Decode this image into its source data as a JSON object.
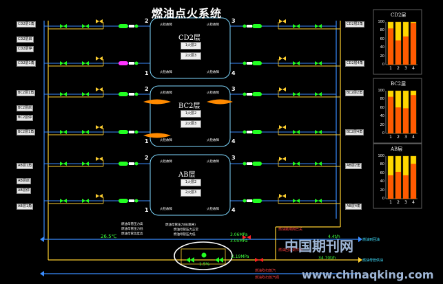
{
  "title": "燃油点火系统",
  "layers": [
    {
      "name": "CD2层",
      "buttons": [
        "1火层2",
        "2火层3"
      ],
      "fault": "火检故障",
      "corners": [
        "2",
        "3",
        "1",
        "4"
      ]
    },
    {
      "name": "BC2层",
      "buttons": [
        "1火层2",
        "2火层3"
      ],
      "fault": "火检故障",
      "corners": [
        "2",
        "3",
        "1",
        "4"
      ]
    },
    {
      "name": "AB层",
      "buttons": [
        "1火层2",
        "2火层3"
      ],
      "fault": "火检故障",
      "corners": [
        "2",
        "3",
        "1",
        "4"
      ]
    }
  ],
  "left_labels": [
    "CD2层1角",
    "CD2层启",
    "CD2层停",
    "CD2层1角",
    "BC2层1角",
    "BC2层启",
    "BC2层停",
    "BC2层1角",
    "AB层1角",
    "AB层启",
    "AB层停",
    "AB层1角"
  ],
  "right_labels": [
    "CD2层2角",
    "CD2层4角",
    "BC2层2角",
    "BC2层4角",
    "AB层2角",
    "AB层4角"
  ],
  "info_left": [
    "燃油母管压力高",
    "燃油母管压力低",
    "燃油母管温度高"
  ],
  "info_mid": [
    "燃油母管压力低(跳闸)",
    "燃油母管压力正常",
    "燃油母管压力低"
  ],
  "temperature": "26.5℃",
  "pressure_1": "3.06MPa",
  "pressure_2": "3.05MPa",
  "pressure_3": "2.19MPa",
  "valve_pct": "1.5%",
  "flow_1": "4.4t/h",
  "flow_2": "34.70t/h",
  "status_1": "燃油跳闸阀已关",
  "status_2": "燃油到回油",
  "status_3": "燃油母管供油",
  "status_4": "燃油回油调节阀",
  "bottom_1": "燃油吹扫蒸汽",
  "bottom_2": "燃油吹扫蒸汽阀",
  "watermark_cn": "中国期刊网",
  "watermark_url": "www.chinaqking.com",
  "colors": {
    "pipe_blue": "#3a8dff",
    "pipe_yellow": "#ffd030",
    "valve_green": "#22ff22",
    "flame": "#ff8a00"
  },
  "charts": [
    {
      "title": "CD2层",
      "categories": [
        "1",
        "2",
        "3",
        "4"
      ],
      "values": [
        85,
        57,
        66,
        98
      ],
      "yticks": [
        "100",
        "80",
        "60",
        "40",
        "20",
        "0"
      ]
    },
    {
      "title": "BC2层",
      "categories": [
        "1",
        "2",
        "3",
        "4"
      ],
      "values": [
        86,
        61,
        59,
        90
      ],
      "yticks": [
        "100",
        "80",
        "60",
        "40",
        "20",
        "0"
      ]
    },
    {
      "title": "AB层",
      "categories": [
        "1",
        "2",
        "3",
        "4"
      ],
      "values": [
        55,
        63,
        55,
        82
      ],
      "yticks": [
        "100",
        "80",
        "60",
        "40",
        "20",
        "0"
      ]
    }
  ]
}
